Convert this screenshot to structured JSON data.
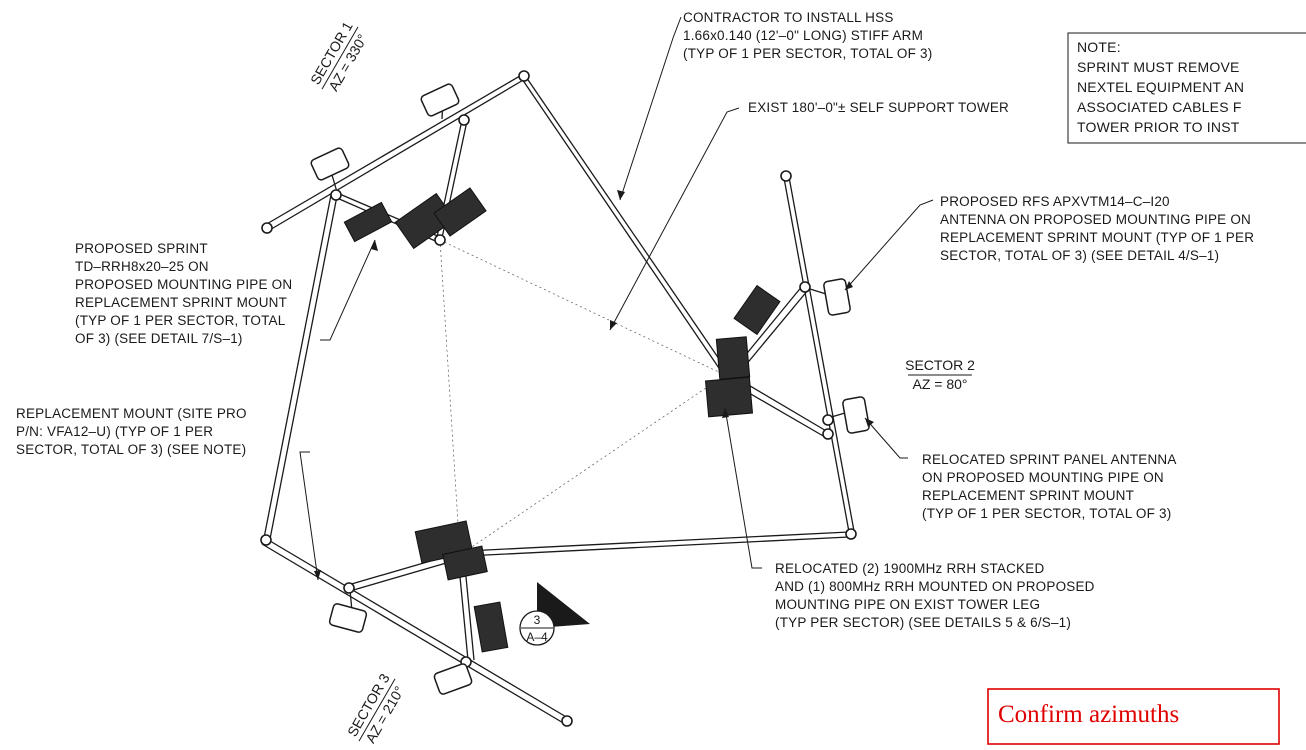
{
  "note": {
    "title": "NOTE:",
    "lines": [
      "SPRINT MUST REMOVE",
      "NEXTEL EQUIPMENT AN",
      "ASSOCIATED CABLES F",
      "TOWER PRIOR TO INST"
    ]
  },
  "callouts": {
    "contractor": [
      "CONTRACTOR TO INSTALL HSS",
      "1.66x0.140 (12'–0\" LONG) STIFF ARM",
      "(TYP OF 1 PER SECTOR, TOTAL OF 3)"
    ],
    "tower": [
      "EXIST 180'–0\"± SELF SUPPORT TOWER"
    ],
    "rfs_antenna": [
      "PROPOSED RFS APXVTM14–C–I20",
      "ANTENNA ON PROPOSED MOUNTING PIPE ON",
      "REPLACEMENT SPRINT MOUNT (TYP OF 1 PER",
      "SECTOR, TOTAL OF 3) (SEE DETAIL 4/S–1)"
    ],
    "sprint_rrh": [
      "PROPOSED SPRINT",
      "TD–RRH8x20–25 ON",
      "PROPOSED MOUNTING PIPE ON",
      "REPLACEMENT SPRINT MOUNT",
      "(TYP OF 1 PER SECTOR, TOTAL",
      "OF 3) (SEE DETAIL 7/S–1)"
    ],
    "replacement_mount": [
      "REPLACEMENT MOUNT (SITE PRO",
      "P/N: VFA12–U) (TYP OF 1 PER",
      "SECTOR, TOTAL OF 3) (SEE NOTE)"
    ],
    "relocated_panel": [
      "RELOCATED SPRINT PANEL ANTENNA",
      "ON PROPOSED MOUNTING PIPE ON",
      "REPLACEMENT SPRINT MOUNT",
      "(TYP OF 1 PER SECTOR, TOTAL OF 3)"
    ],
    "relocated_rrh": [
      "RELOCATED (2) 1900MHz RRH STACKED",
      "AND (1) 800MHz RRH MOUNTED ON PROPOSED",
      "MOUNTING PIPE ON EXIST TOWER LEG",
      "(TYP PER SECTOR) (SEE DETAILS 5 & 6/S–1)"
    ]
  },
  "sectors": {
    "s1": {
      "name": "SECTOR 1",
      "az": "AZ = 330°"
    },
    "s2": {
      "name": "SECTOR 2",
      "az": "AZ = 80°"
    },
    "s3": {
      "name": "SECTOR 3",
      "az": "AZ = 210°"
    }
  },
  "detail_tag": {
    "number": "3",
    "sheet": "A–4"
  },
  "revision_note": "Confirm azimuths",
  "colors": {
    "ink": "#1a1a1a",
    "equipment": "#2e2e2e",
    "revision": "#e00000"
  }
}
